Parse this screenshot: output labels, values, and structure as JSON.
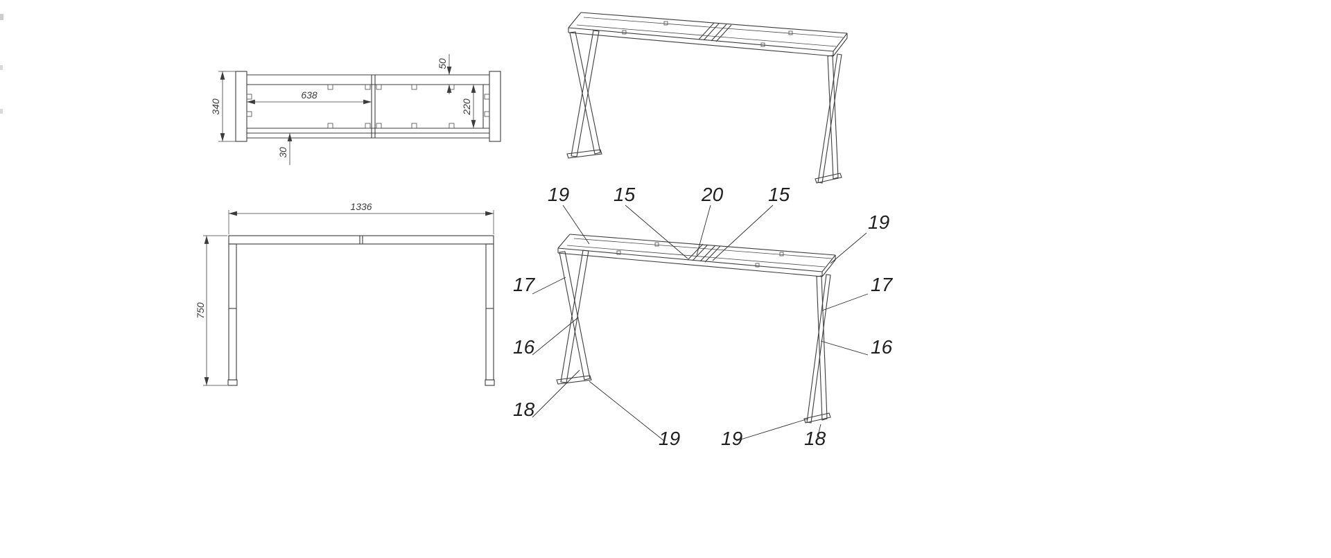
{
  "drawing": {
    "top_view": {
      "dim_depth": "340",
      "dim_half_length": "638",
      "dim_inner_width": "220",
      "dim_rail_width": "50",
      "dim_bottom_offset": "30"
    },
    "front_view": {
      "dim_length": "1336",
      "dim_height": "750"
    },
    "callout_view": {
      "c19_top_left": "19",
      "c15_left": "15",
      "c20_center": "20",
      "c15_right": "15",
      "c19_top_right": "19",
      "c17_left": "17",
      "c17_right": "17",
      "c16_left": "16",
      "c16_right": "16",
      "c18_left": "18",
      "c19_bottom_left": "19",
      "c19_bottom_right": "19",
      "c18_bottom_right": "18"
    }
  }
}
